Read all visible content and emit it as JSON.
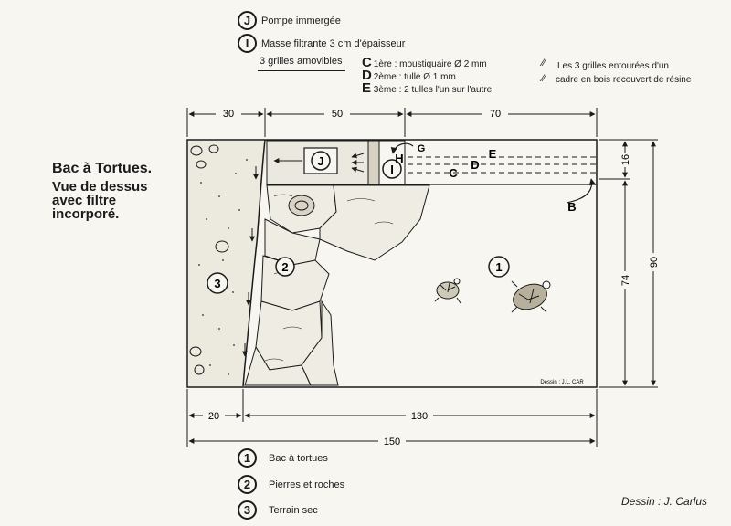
{
  "top_legend": {
    "J": {
      "letter": "J",
      "text": "Pompe immergée"
    },
    "I": {
      "letter": "I",
      "text": "Masse filtrante 3 cm d'épaisseur"
    }
  },
  "grilles": {
    "heading": "3 grilles amovibles",
    "items": [
      {
        "letter": "C",
        "text": "1ère  : moustiquaire Ø 2 mm"
      },
      {
        "letter": "D",
        "text": "2ème : tulle Ø 1 mm"
      },
      {
        "letter": "E",
        "text": "3ème : 2 tulles l'un sur l'autre"
      }
    ],
    "note_line1": "Les 3 grilles entourées d'un",
    "note_line2": "cadre en bois recouvert de résine"
  },
  "title": {
    "line1": "Bac à Tortues.",
    "line2": "Vue de dessus",
    "line3": "avec filtre",
    "line4": "incorporé."
  },
  "dimensions": {
    "top_a": "30",
    "top_b": "50",
    "top_c": "70",
    "right_16": "16",
    "right_74": "74",
    "right_90": "90",
    "bottom_20": "20",
    "bottom_130": "130",
    "bottom_150": "150"
  },
  "labels": {
    "J": "J",
    "I": "I",
    "H": "H",
    "G": "G",
    "E": "E",
    "D": "D",
    "C": "C",
    "B": "B",
    "zone1": "1",
    "zone2": "2",
    "zone3": "3",
    "signature_small": "Dessin : J.L. CAR"
  },
  "bottom_legend": [
    {
      "num": "1",
      "text": "Bac à tortues"
    },
    {
      "num": "2",
      "text": "Pierres et roches"
    },
    {
      "num": "3",
      "text": "Terrain sec"
    }
  ],
  "credit": "Dessin : J. Carlus"
}
